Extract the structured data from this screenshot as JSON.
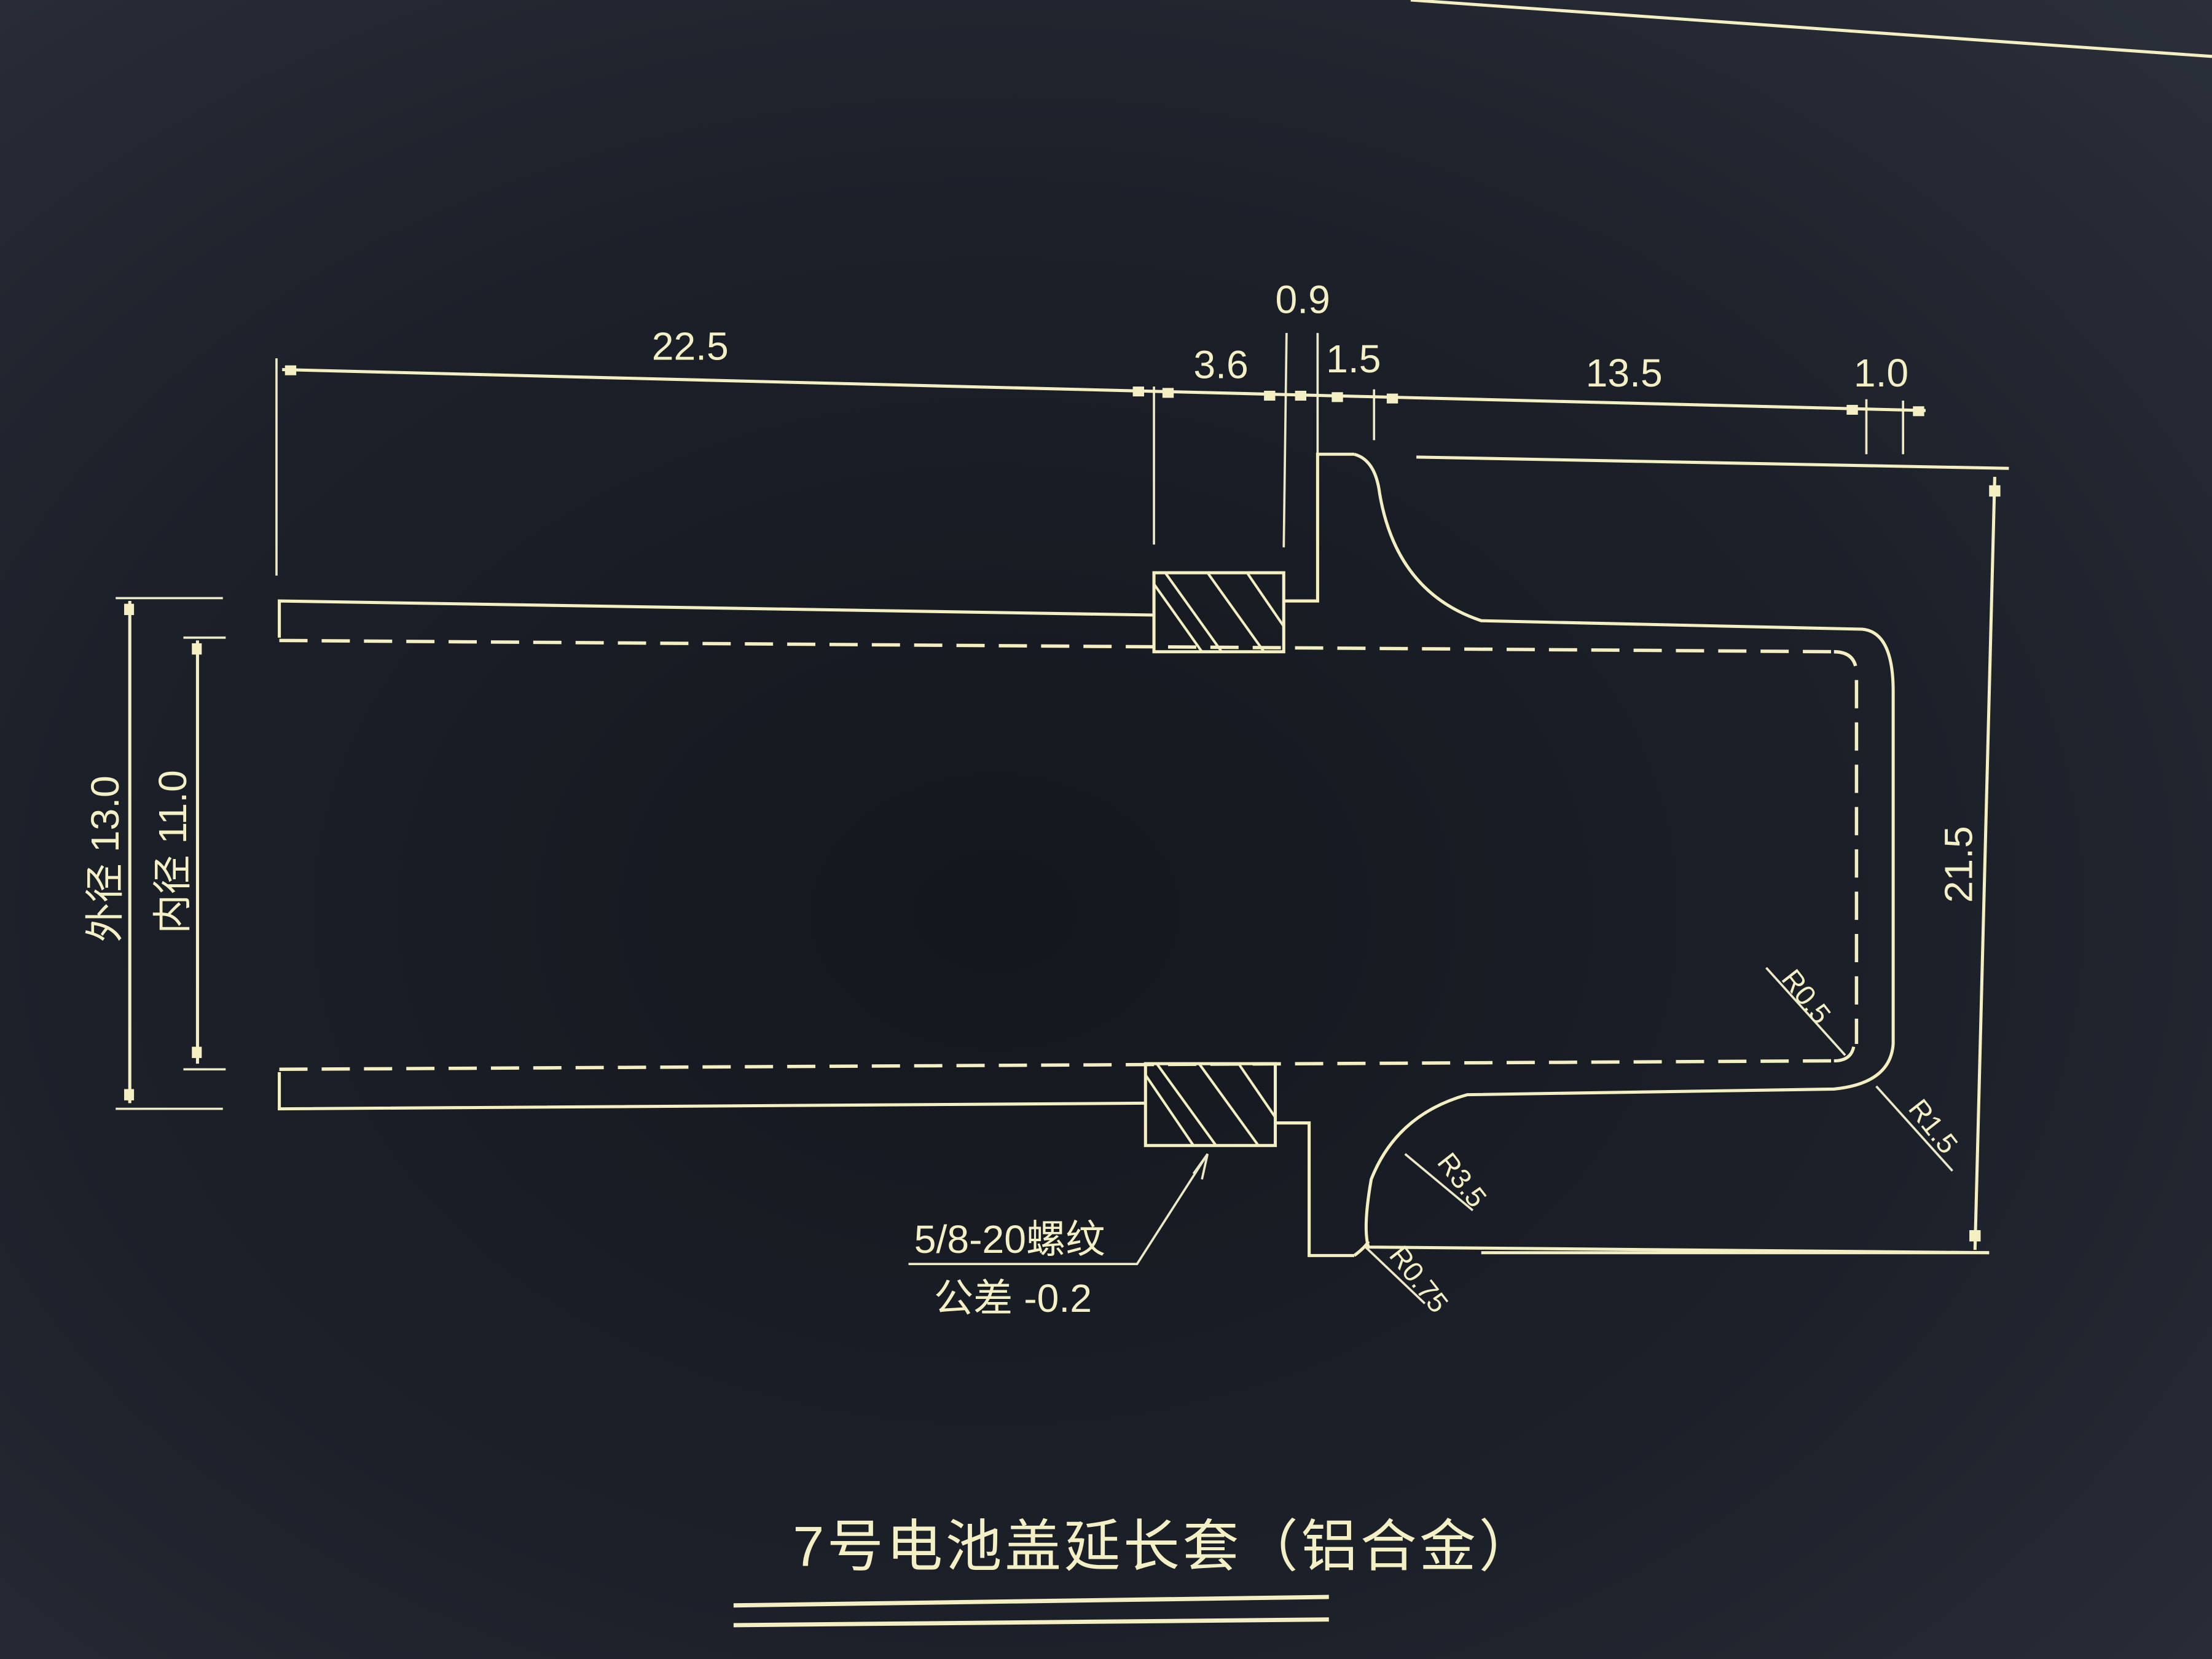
{
  "drawing": {
    "title": "7号电池盖延长套（铝合金）",
    "colors": {
      "background": "#1c2029",
      "line": "#f3efc2",
      "text": "#f4f0c6"
    },
    "horizontal_dimensions": [
      {
        "id": "d1",
        "label": "22.5"
      },
      {
        "id": "d2",
        "label": "3.6"
      },
      {
        "id": "d3",
        "label": "0.9"
      },
      {
        "id": "d4",
        "label": "1.5"
      },
      {
        "id": "d5",
        "label": "13.5"
      },
      {
        "id": "d6",
        "label": "1.0"
      }
    ],
    "vertical_dimensions": [
      {
        "id": "outer_diameter",
        "label": "外径 13.0"
      },
      {
        "id": "inner_diameter",
        "label": "内径 11.0"
      },
      {
        "id": "flange_height",
        "label": "21.5"
      }
    ],
    "radii": [
      {
        "id": "r1",
        "label": "R0.5"
      },
      {
        "id": "r2",
        "label": "R1.5"
      },
      {
        "id": "r3",
        "label": "R3.5"
      },
      {
        "id": "r4",
        "label": "R0.75"
      }
    ],
    "thread_note": {
      "spec": "5/8-20螺纹",
      "tolerance": "公差 -0.2"
    }
  }
}
